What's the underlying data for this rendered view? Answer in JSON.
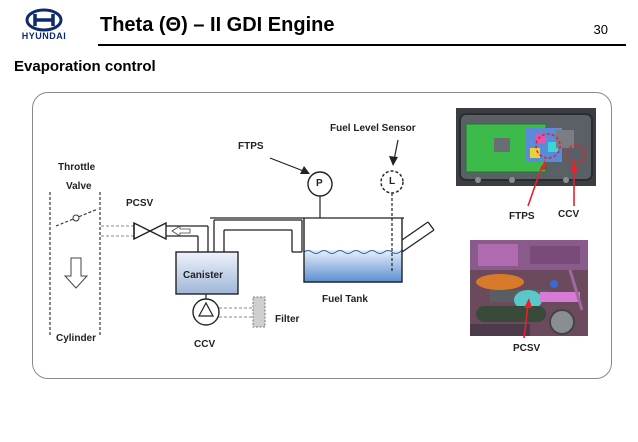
{
  "header": {
    "brand": "HYUNDAI",
    "title": "Theta (Θ) – II GDI Engine",
    "page_number": "30"
  },
  "section_title": "Evaporation control",
  "diagram": {
    "labels": {
      "throttle": "Throttle",
      "valve": "Valve",
      "pcsv": "PCSV",
      "cylinder": "Cylinder",
      "canister": "Canister",
      "ccv": "CCV",
      "filter": "Filter",
      "ftps": "FTPS",
      "fuel_level_sensor": "Fuel Level Sensor",
      "fuel_tank": "Fuel Tank",
      "pressure_symbol": "P",
      "level_symbol": "L"
    },
    "photos": {
      "top_right": {
        "ftps_label": "FTPS",
        "ccv_label": "CCV"
      },
      "bottom_right": {
        "pcsv_label": "PCSV"
      }
    }
  },
  "colors": {
    "brand": "#0d2a6b",
    "fuel": "#5b8fd0",
    "canister": "#9fb6d8",
    "callout": "#e8212b",
    "photo_green": "#3dbb4a"
  }
}
